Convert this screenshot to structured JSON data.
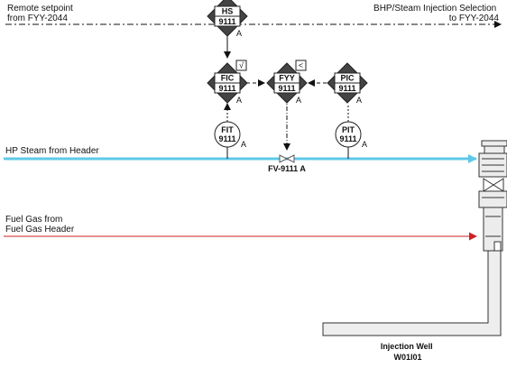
{
  "labels": {
    "remote_setpoint": [
      "Remote setpoint",
      "from FYY-2044"
    ],
    "bhp_selection": [
      "BHP/Steam Injection Selection",
      "to FYY-2044"
    ],
    "steam_line": "HP Steam from Header",
    "fuel_gas": [
      "Fuel Gas from",
      "Fuel Gas Header"
    ],
    "valve_tag": "FV-9111 A",
    "well": [
      "Injection Well",
      "W01I01"
    ]
  },
  "instruments": [
    {
      "id": "hs",
      "func": "HS",
      "loop": "9111",
      "suffix": "A",
      "type": "shared-display"
    },
    {
      "id": "fic",
      "func": "FIC",
      "loop": "9111",
      "suffix": "A",
      "type": "shared-display",
      "function_box": "√"
    },
    {
      "id": "fyy",
      "func": "FYY",
      "loop": "9111",
      "suffix": "A",
      "type": "shared-display",
      "function_box": "<"
    },
    {
      "id": "pic",
      "func": "PIC",
      "loop": "9111",
      "suffix": "A",
      "type": "shared-display"
    },
    {
      "id": "fit",
      "func": "FIT",
      "loop": "9111",
      "suffix": "A",
      "type": "field"
    },
    {
      "id": "pit",
      "func": "PIT",
      "loop": "9111",
      "suffix": "A",
      "type": "field"
    }
  ],
  "colors": {
    "steam_line": "#5fc8e8",
    "fuel_gas_line": "#cc2222",
    "instrument_fill": "#444444",
    "signal": "#222222",
    "well_fill": "#eeeeee"
  }
}
